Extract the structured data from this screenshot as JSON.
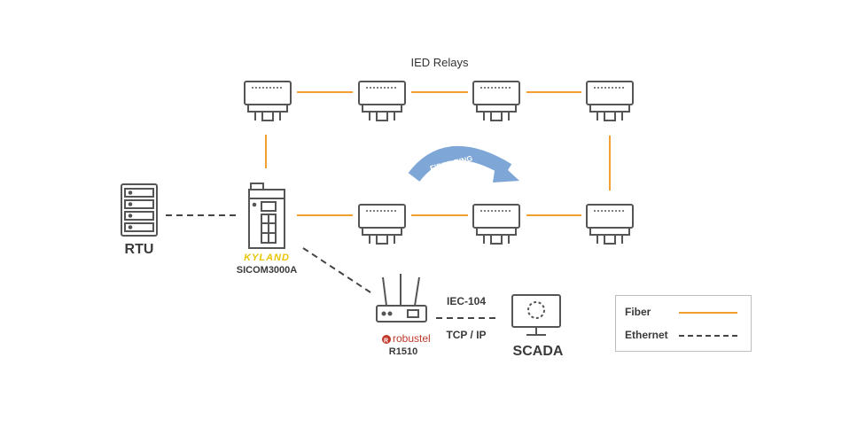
{
  "title": "IED Relays",
  "rtu": {
    "label": "RTU"
  },
  "switch": {
    "brand": "KYLAND",
    "model": "SICOM3000A"
  },
  "router": {
    "brand": "robustel",
    "model": "R1510"
  },
  "link": {
    "protocol_top": "IEC-104",
    "protocol_bottom": "TCP / IP"
  },
  "scada": {
    "label": "SCADA"
  },
  "ring": {
    "label": "FIBER RING"
  },
  "legend": {
    "fiber": "Fiber",
    "ethernet": "Ethernet"
  },
  "colors": {
    "fiber": "#f0a030",
    "ethernet": "#444444",
    "device": "#555555",
    "arrow": "#7ea7d8"
  }
}
